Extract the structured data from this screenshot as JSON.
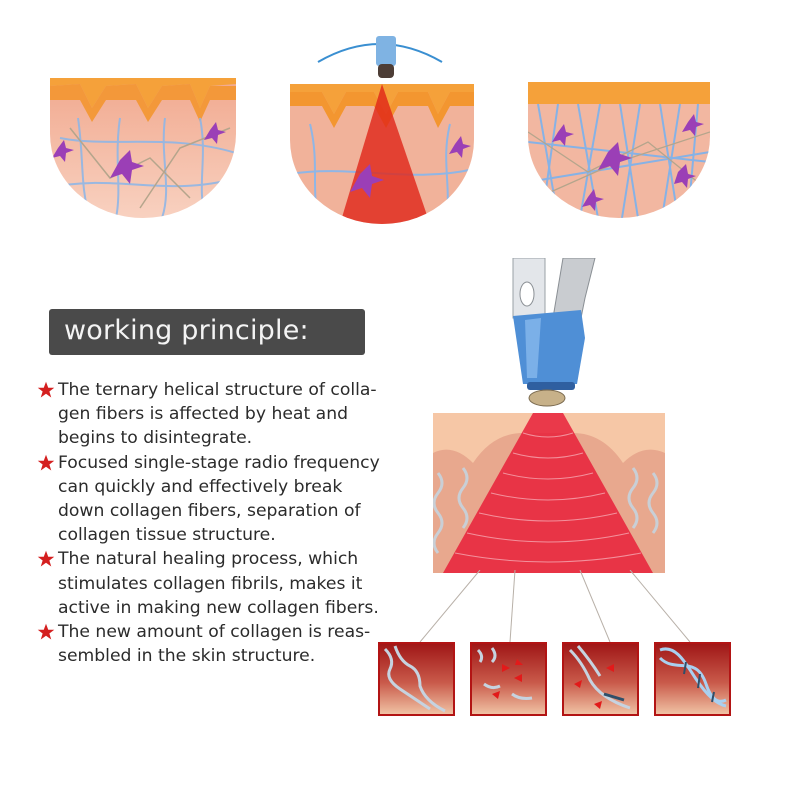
{
  "top_illustrations": [
    {
      "name": "skin-before-treatment",
      "description": "Skin cross-section with loose collagen fibers"
    },
    {
      "name": "skin-during-treatment",
      "description": "RF handpiece emitting red heat cone into skin"
    },
    {
      "name": "skin-after-treatment",
      "description": "Skin cross-section with dense new collagen fibers"
    }
  ],
  "section": {
    "title": "working principle:"
  },
  "bullets": [
    {
      "icon": "red-star-icon",
      "lines": [
        "The ternary helical structure of colla-",
        "gen fibers is affected by heat and",
        "begins to disintegrate."
      ]
    },
    {
      "icon": "red-star-icon",
      "lines": [
        "Focused single-stage radio frequency",
        "can quickly and effectively break",
        "down collagen fibers, separation of",
        "collagen tissue structure."
      ]
    },
    {
      "icon": "red-star-icon",
      "lines": [
        "The natural healing process, which",
        "stimulates collagen fibrils, makes it",
        "active in making new collagen fibers."
      ]
    },
    {
      "icon": "red-star-icon",
      "lines": [
        "The new amount of collagen is reas-",
        "sembled in the skin structure."
      ]
    }
  ],
  "diagram": {
    "device": "rf-handpiece",
    "stages": [
      {
        "name": "intact-collagen-helix"
      },
      {
        "name": "collagen-breaking-down"
      },
      {
        "name": "collagen-regenerating"
      },
      {
        "name": "new-collagen-helix"
      }
    ]
  },
  "colors": {
    "title_bg": "#4a4a4a",
    "title_text": "#f4f4f4",
    "body_text": "#2b2b2b",
    "star": "#d41f1f",
    "accent_red": "#b21414",
    "device_blue": "#4f8fd6",
    "skin_orange": "#f5a13a",
    "skin_pink": "#f3b9a2"
  }
}
